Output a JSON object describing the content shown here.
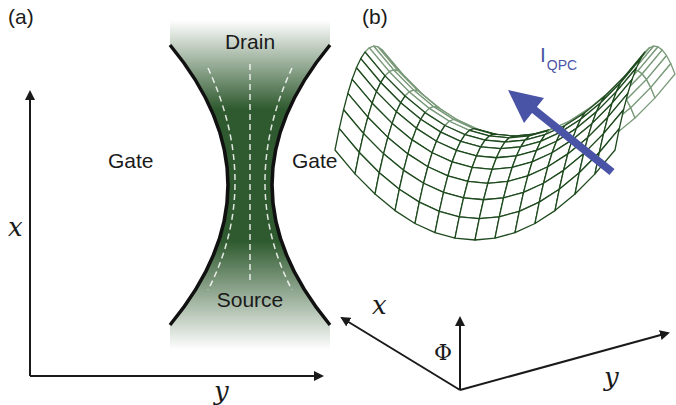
{
  "diagram": {
    "labels": [
      "(a)",
      "(b)",
      "Drain",
      "Gate",
      "Gate",
      "Source",
      "x",
      "y",
      "x",
      "Φ",
      "y",
      "I",
      "QPC"
    ]
  }
}
